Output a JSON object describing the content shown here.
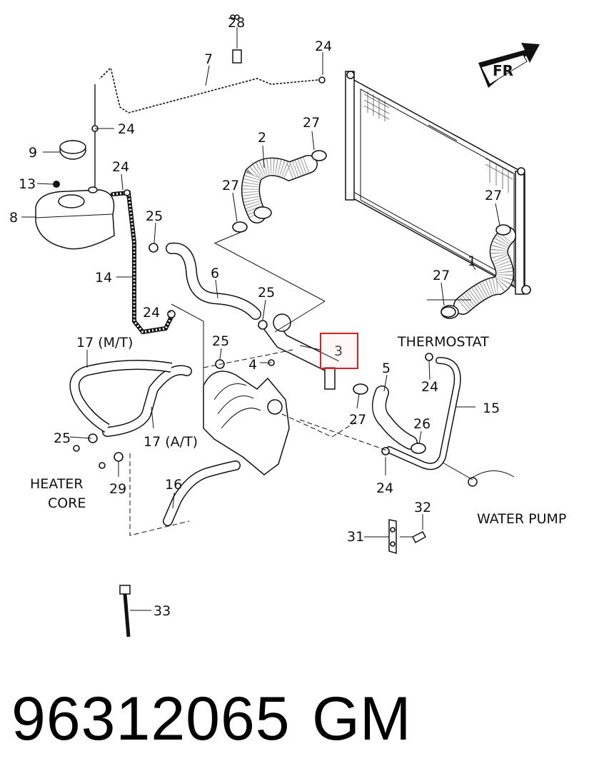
{
  "labels": {
    "l1": "1",
    "l2": "2",
    "l3": "3",
    "l4": "4",
    "l5": "5",
    "l6": "6",
    "l7": "7",
    "l8": "8",
    "l9": "9",
    "l13": "13",
    "l14": "14",
    "l15": "15",
    "l16": "16",
    "l17mt": "17 (M/T)",
    "l17at": "17 (A/T)",
    "l24a": "24",
    "l24b": "24",
    "l24c": "24",
    "l24d": "24",
    "l24e": "24",
    "l24f": "24",
    "l25a": "25",
    "l25b": "25",
    "l25c": "25",
    "l25d": "25",
    "l26": "26",
    "l27a": "27",
    "l27b": "27",
    "l27c": "27",
    "l27d": "27",
    "l27e": "27",
    "l28": "28",
    "l29": "29",
    "l31": "31",
    "l32": "32",
    "l33": "33"
  },
  "annotations": {
    "thermostat": "THERMOSTAT",
    "heater_line1": "HEATER",
    "heater_line2": "CORE",
    "water_pump": "WATER PUMP",
    "fr_arrow": "FR"
  },
  "highlight": {
    "label": "3",
    "color": "#e02020"
  },
  "footer": {
    "part_number": "96312065",
    "brand": "GM"
  }
}
